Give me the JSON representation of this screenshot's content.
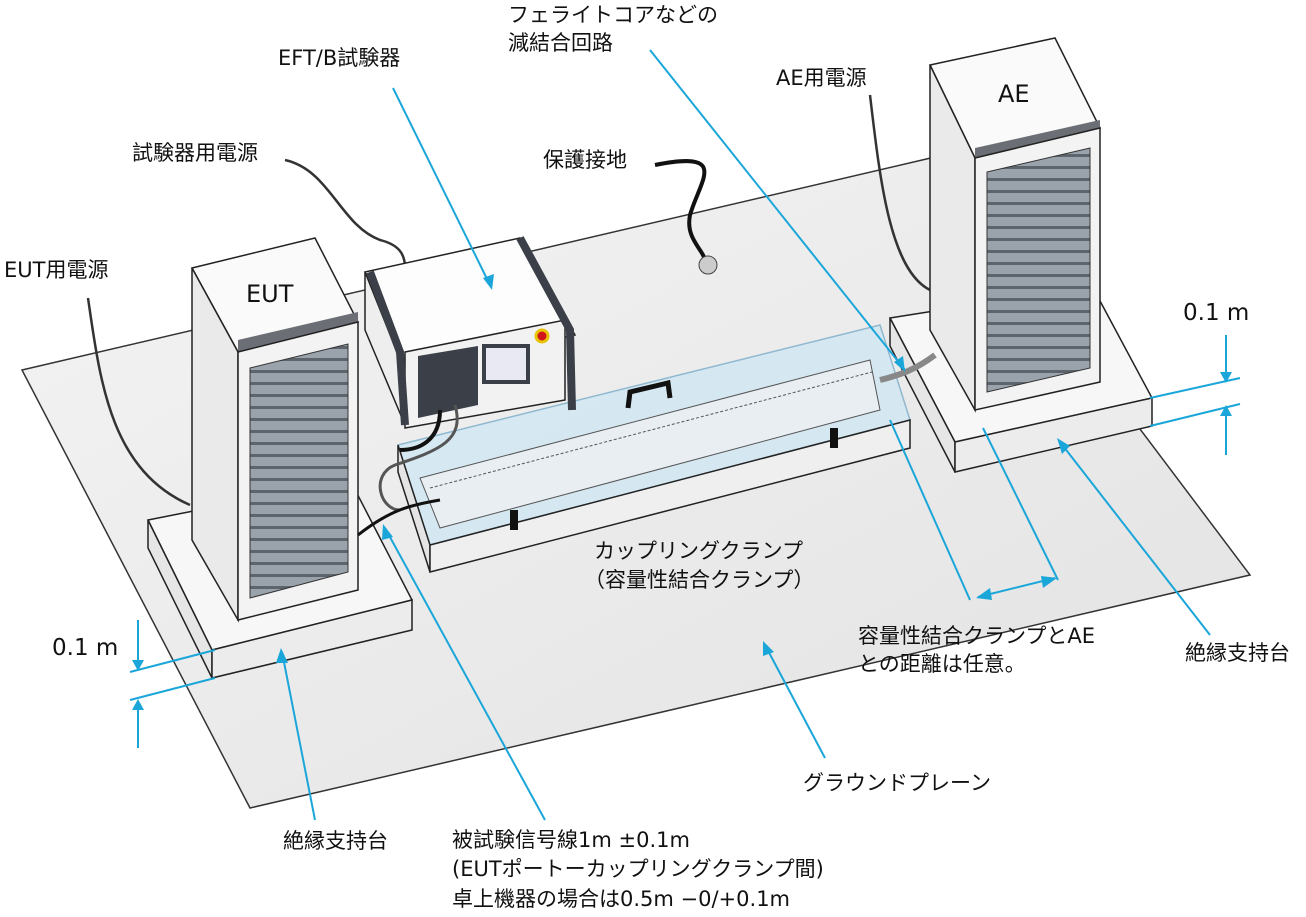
{
  "labels": {
    "ferrite": [
      "フェライトコアなどの",
      "減結合回路"
    ],
    "eft_tester": "EFT/B試験器",
    "ae_power": "AE用電源",
    "ae": "AE",
    "tester_power": "試験器用電源",
    "protective_earth": "保護接地",
    "eut_power": "EUT用電源",
    "eut": "EUT",
    "height_right": "0.1 m",
    "height_left": "0.1 m",
    "coupling_clamp": [
      "カップリングクランプ",
      "（容量性結合クランプ）"
    ],
    "distance_note": [
      "容量性結合クランプとAE",
      "との距離は任意。"
    ],
    "insulating_support_right": "絶縁支持台",
    "insulating_support_left": "絶縁支持台",
    "ground_plane": "グラウンドプレーン",
    "cable_note": [
      "被試験信号線1m ±0.1m",
      "(EUTポートーカップリングクランプ間)",
      "卓上機器の場合は0.5m −0/+0.1m"
    ]
  },
  "colors": {
    "leader": "#1aa6d9",
    "clamp": "#cfe6f3",
    "cabinet_top": "#6b6f75"
  }
}
